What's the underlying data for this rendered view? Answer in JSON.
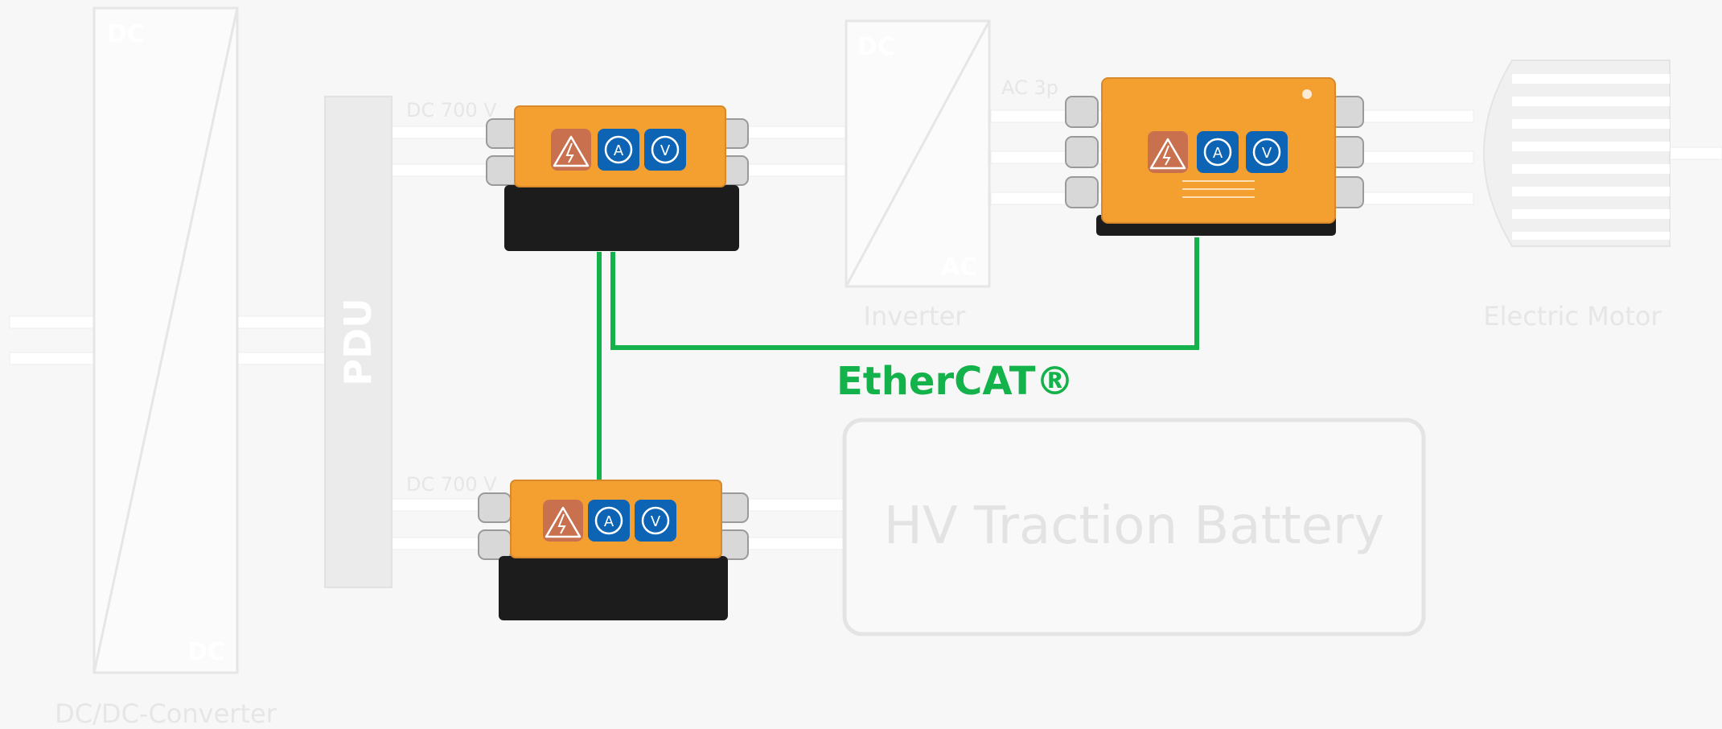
{
  "components": {
    "dcdc": {
      "top_label": "DC",
      "bottom_label": "DC",
      "name": "DC/DC-Converter"
    },
    "pdu": {
      "label": "PDU"
    },
    "inverter": {
      "top_label": "DC",
      "bottom_label": "AC",
      "name": "Inverter"
    },
    "motor": {
      "name": "Electric Motor"
    },
    "battery": {
      "name": "HV Traction Battery"
    }
  },
  "lines": {
    "dc_top": "DC 700 V",
    "dc_bottom": "DC 700 V",
    "ac": "AC 3p"
  },
  "network": {
    "label": "EtherCAT®",
    "color": "#13b24a"
  },
  "modules": [
    {
      "name": "dc-sensor-top",
      "icons": [
        "high-voltage",
        "A",
        "V"
      ]
    },
    {
      "name": "ac-sensor",
      "icons": [
        "high-voltage",
        "A",
        "V"
      ]
    },
    {
      "name": "dc-sensor-bottom",
      "icons": [
        "high-voltage",
        "A",
        "V"
      ]
    }
  ],
  "colors": {
    "module_orange": "#f4a031",
    "module_black": "#1c1c1c",
    "icon_blue": "#0e64b4",
    "icon_warning": "#c9714e",
    "ethercat_green": "#13b24a"
  }
}
